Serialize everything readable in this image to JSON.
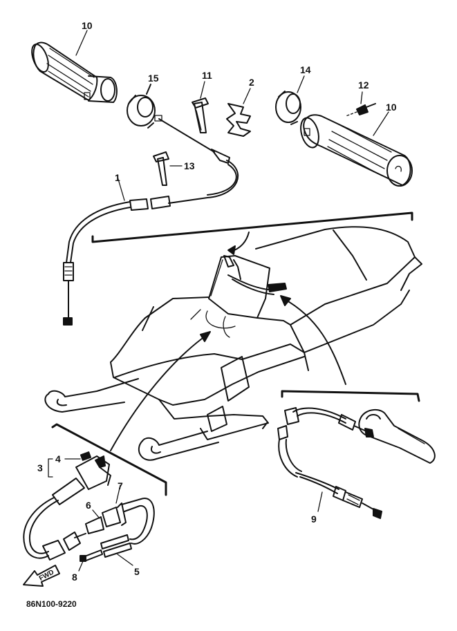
{
  "part_numbers": {
    "p1": "1",
    "p2": "2",
    "p3": "3",
    "p4": "4",
    "p5": "5",
    "p6": "6",
    "p7": "7",
    "p8": "8",
    "p9": "9",
    "p10_left": "10",
    "p10_right": "10",
    "p11": "11",
    "p12": "12",
    "p13": "13",
    "p14": "14",
    "p15": "15"
  },
  "front_marker": "FWD",
  "diagram_code": "86N100-9220",
  "colors": {
    "ink": "#111111",
    "paper": "#ffffff"
  }
}
